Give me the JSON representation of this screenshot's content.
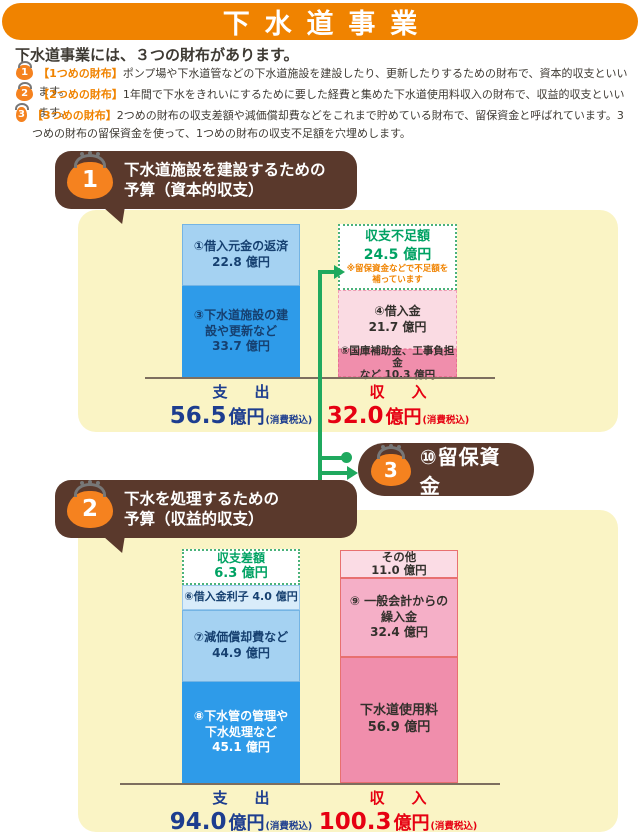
{
  "banner": {
    "title": "下水道事業"
  },
  "intro": {
    "heading": "下水道事業には、３つの財布があります。",
    "bullets": [
      {
        "num": "1",
        "label": "【1つめの財布】",
        "text": "ポンプ場や下水道管などの下水道施設を建設したり、更新したりするための財布で、資本的収支といいます。"
      },
      {
        "num": "2",
        "label": "【2つめの財布】",
        "text": "1年間で下水をきれいにするために要した経費と集めた下水道使用料収入の財布で、収益的収支といいます。"
      },
      {
        "num": "3",
        "label": "【3つめの財布】",
        "text": "2つめの財布の収支差額や減価償却費などをこれまで貯めている財布で、留保資金と呼ばれています。3つめの財布の留保資金を使って、1つめの財布の収支不足額を穴埋めします。"
      }
    ]
  },
  "section1": {
    "badge_num": "1",
    "title_line1": "下水道施設を建設するための",
    "title_line2": "予算（資本的収支）"
  },
  "section2": {
    "badge_num": "2",
    "title_line1": "下水を処理するための",
    "title_line2": "予算（収益的収支）"
  },
  "reserve": {
    "badge_num": "3",
    "label": "⑩留保資金"
  },
  "colors": {
    "banner_orange": "#F08300",
    "bubble_brown": "#5A392C",
    "panel_yellow": "#FAF4C5",
    "blue": "#2E9BE9",
    "light_blue": "#A5D2F2",
    "pale_blue": "#D9ECFA",
    "pink_dark": "#F08EAC",
    "pink_mid": "#F5B3C8",
    "pink_light": "#FADBE3",
    "flow_green": "#1FA95E",
    "expense_navy": "#1D3D8F",
    "revenue_red": "#E60012"
  },
  "chart_data": [
    {
      "type": "bar",
      "stacked": true,
      "title": "下水道施設を建設するための予算（資本的収支）",
      "unit": "億円",
      "bars": [
        {
          "category": "支　出",
          "total": 56.5,
          "total_label": "56.5",
          "total_unit": "億円",
          "tax_note": "(消費税込)",
          "segments": [
            {
              "label": "①借入元金の返済",
              "value": 22.8,
              "value_label": "22.8 億円"
            },
            {
              "label": "③下水道施設の建設や更新など",
              "value": 33.7,
              "value_label": "33.7 億円"
            }
          ]
        },
        {
          "category": "収　入",
          "total": 32.0,
          "total_label": "32.0",
          "total_unit": "億円",
          "tax_note": "(消費税込)",
          "deficit": {
            "label": "収支不足額",
            "value": 24.5,
            "value_label": "24.5 億円",
            "note": "※留保資金などで不足額を補っています"
          },
          "segments": [
            {
              "label": "④借入金",
              "value": 21.7,
              "value_label": "21.7 億円"
            },
            {
              "label": "⑤国庫補助金、工事負担金",
              "value": 10.3,
              "value_label": "など 10.3 億円"
            }
          ]
        }
      ]
    },
    {
      "type": "bar",
      "stacked": true,
      "title": "下水を処理するための予算（収益的収支）",
      "unit": "億円",
      "bars": [
        {
          "category": "支　出",
          "total": 94.0,
          "total_label": "94.0",
          "total_unit": "億円",
          "tax_note": "(消費税込)",
          "surplus": {
            "label": "収支差額",
            "value": 6.3,
            "value_label": "6.3 億円"
          },
          "segments": [
            {
              "label": "⑥借入金利子 4.0 億円",
              "value": 4.0
            },
            {
              "label": "⑦減価償却費など",
              "value": 44.9,
              "value_label": "44.9 億円"
            },
            {
              "label": "⑧下水管の管理や下水処理など",
              "value": 45.1,
              "value_label": "45.1 億円"
            }
          ]
        },
        {
          "category": "収　入",
          "total": 100.3,
          "total_label": "100.3",
          "total_unit": "億円",
          "tax_note": "(消費税込)",
          "segments": [
            {
              "label": "その他",
              "value": 11.0,
              "value_label": "11.0 億円"
            },
            {
              "label": "⑨ 一般会計からの繰入金",
              "value": 32.4,
              "value_label": "32.4 億円"
            },
            {
              "label": "下水道使用料",
              "value": 56.9,
              "value_label": "56.9 億円"
            }
          ]
        }
      ]
    }
  ]
}
